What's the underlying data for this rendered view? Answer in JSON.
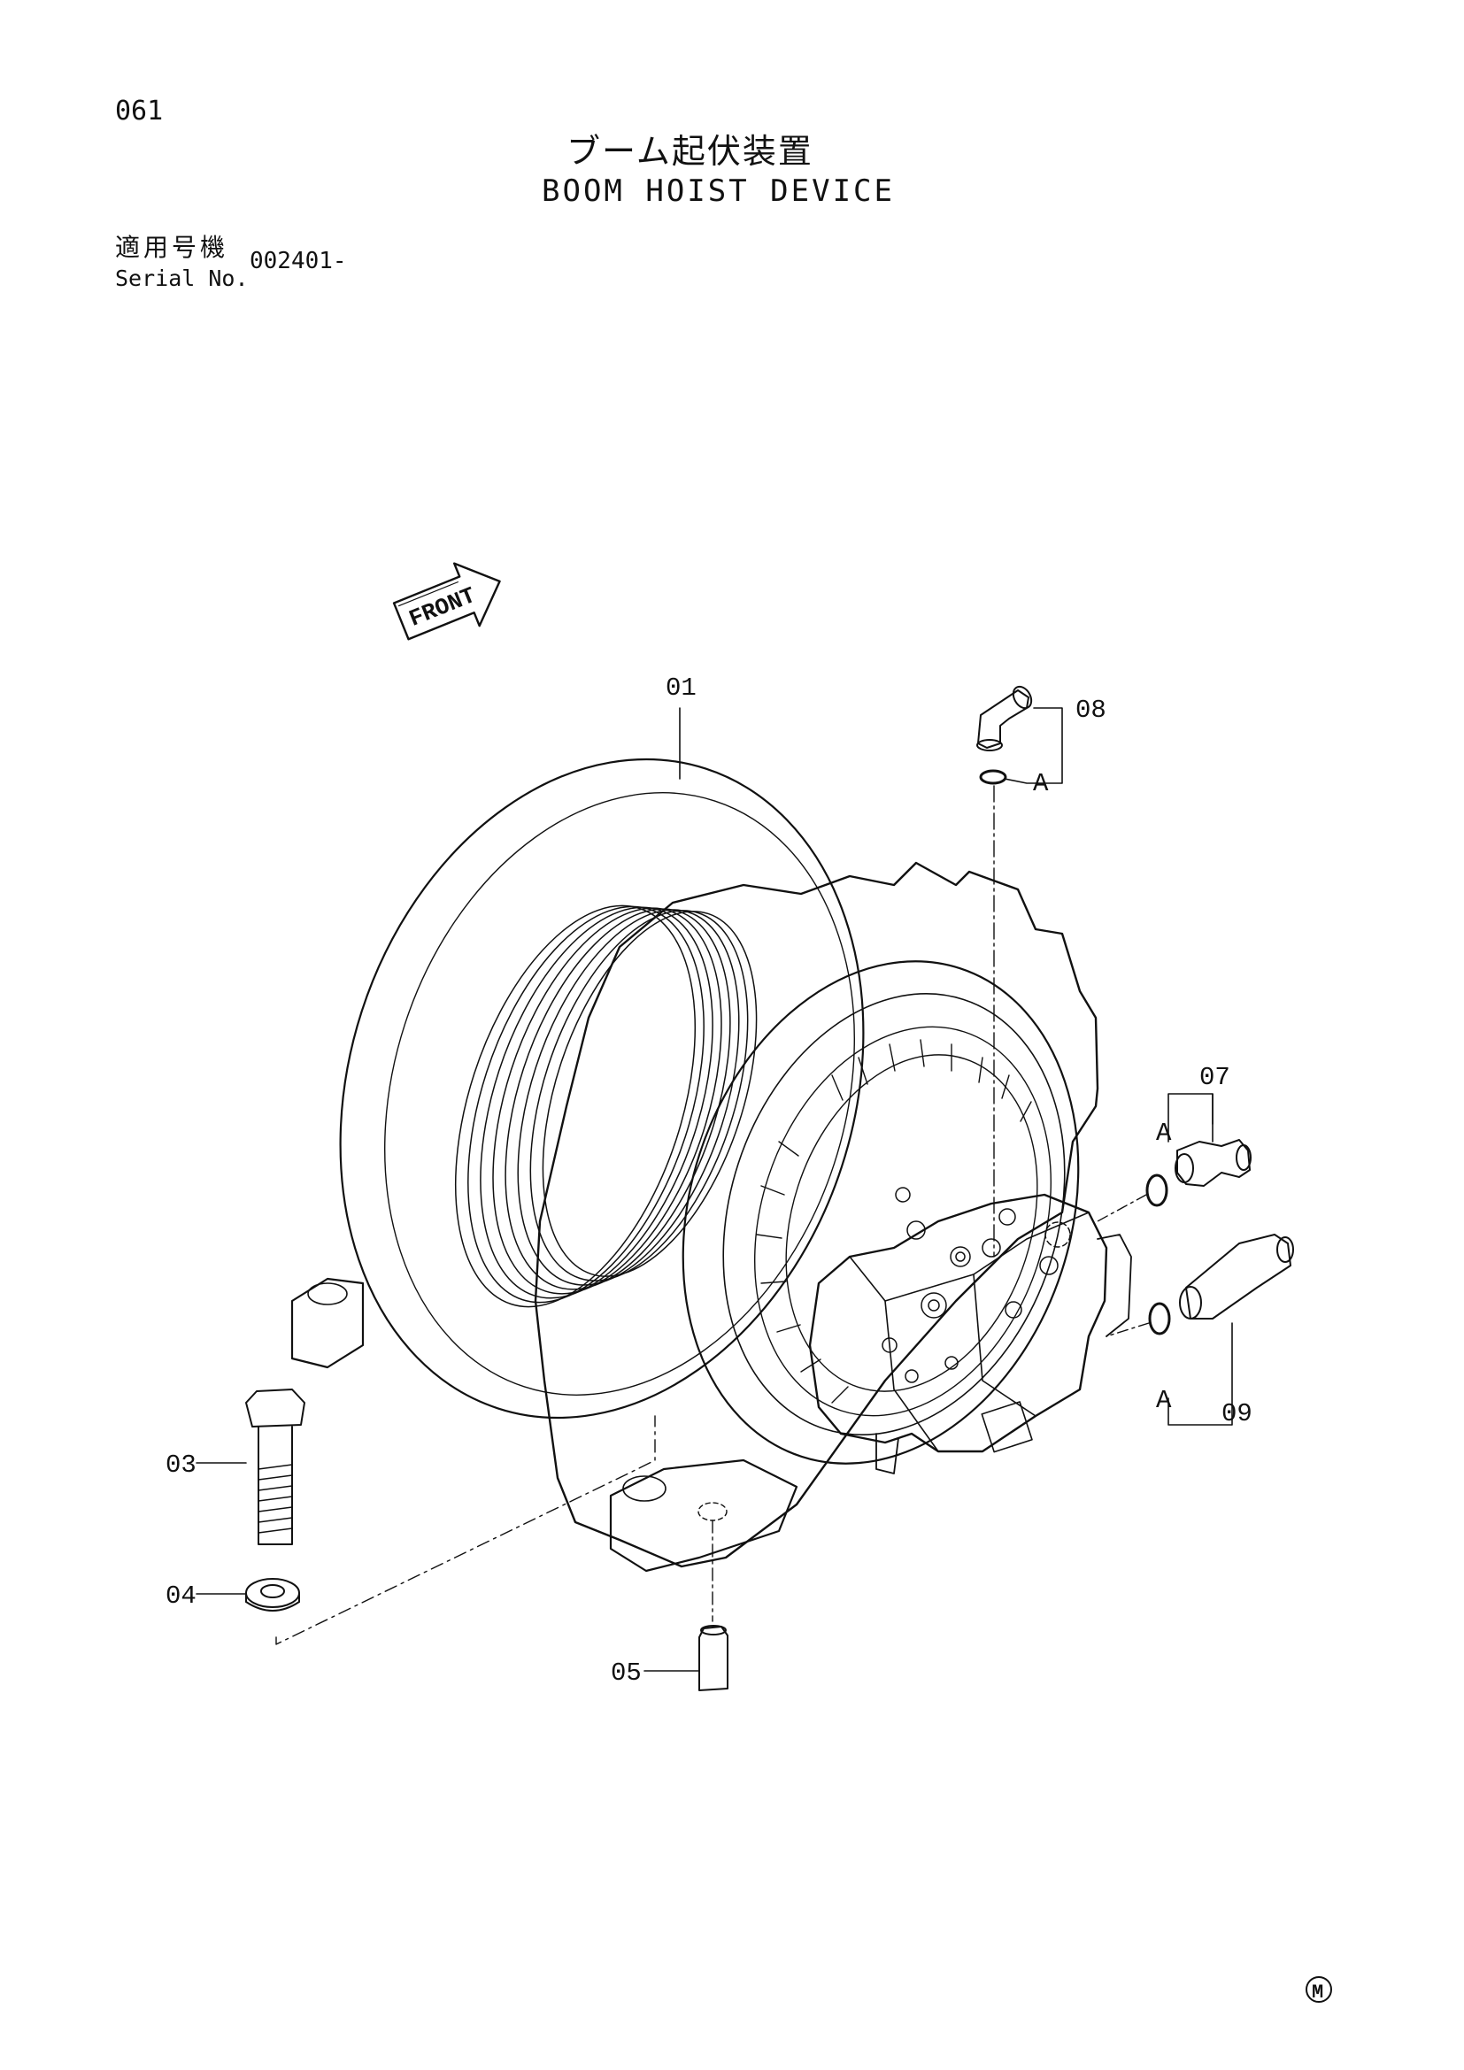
{
  "page_number": "061",
  "title_japanese": "ブーム起伏装置",
  "title_english": "BOOM HOIST DEVICE",
  "serial": {
    "label_japanese": "適用号機",
    "label_english": "Serial No.",
    "value": "002401-"
  },
  "front_indicator": "FRONT",
  "callouts": [
    "01",
    "03",
    "04",
    "05",
    "07",
    "08",
    "09"
  ],
  "connection_marker": "A",
  "corner_mark": "M"
}
